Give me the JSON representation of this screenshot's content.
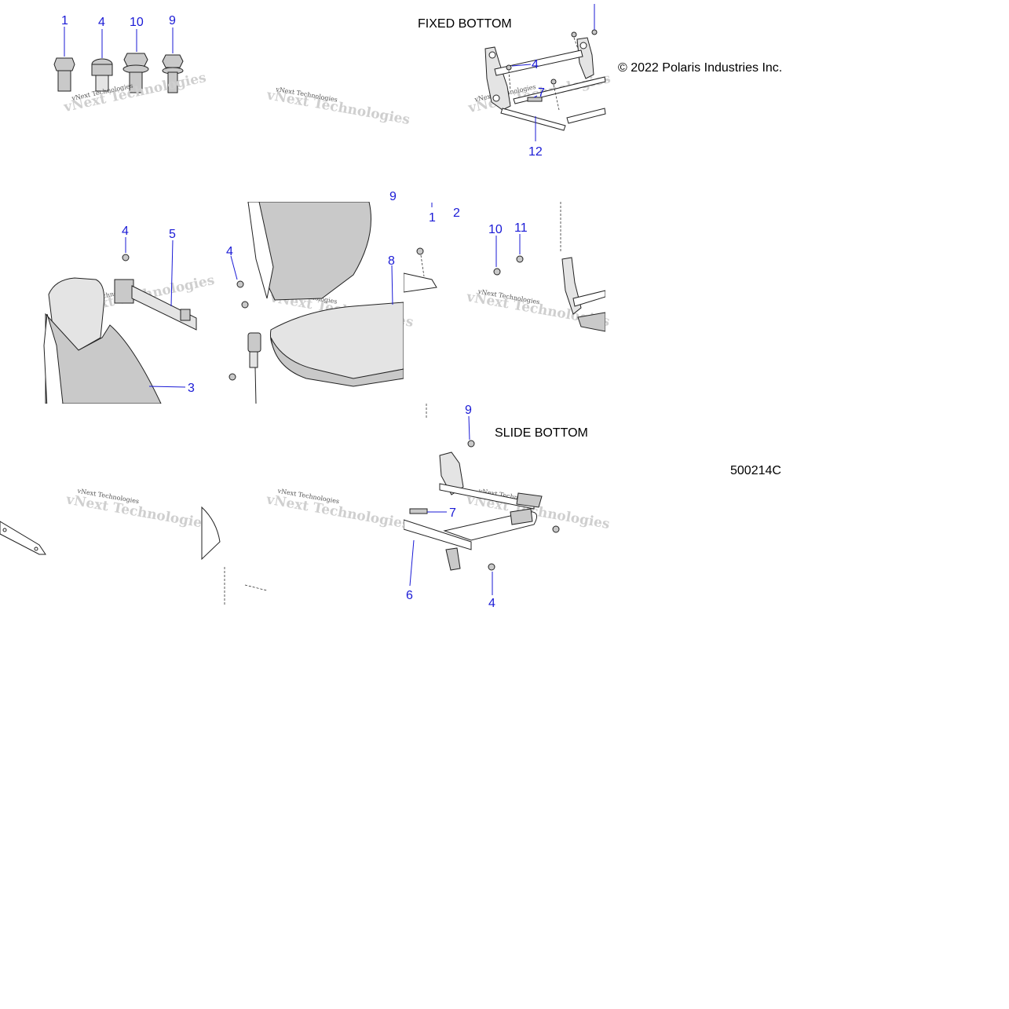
{
  "headings": {
    "fixed_bottom": "FIXED BOTTOM",
    "slide_bottom": "SLIDE BOTTOM"
  },
  "copyright": "© 2022 Polaris Industries Inc.",
  "drawing_number": "500214C",
  "watermark": {
    "line1": "vNext Technologies",
    "line2": "vNext Technologies"
  },
  "callouts": {
    "hw_1": "1",
    "hw_4": "4",
    "hw_10": "10",
    "hw_9": "9",
    "fixed_4": "4",
    "fixed_7": "7",
    "fixed_12": "12",
    "back_4": "4",
    "back_5": "5",
    "back_3": "3",
    "seat_4": "4",
    "seat_8": "8",
    "seat_9": "9",
    "seat_1": "1",
    "seat_2": "2",
    "mount_10": "10",
    "mount_11": "11",
    "slide_9": "9",
    "slide_7": "7",
    "slide_6": "6",
    "slide_4": "4"
  },
  "colors": {
    "callout": "#1a1ad6",
    "part_fill": "#c9c9c9",
    "outline": "#222222"
  }
}
